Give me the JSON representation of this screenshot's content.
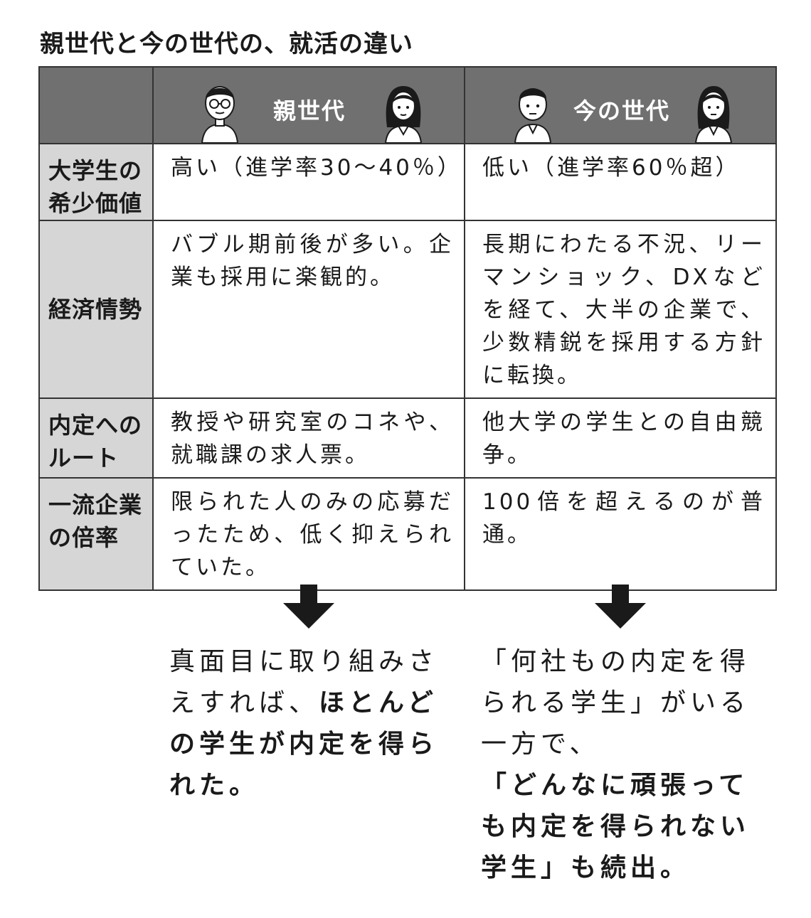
{
  "title": "親世代と今の世代の、就活の違い",
  "header": {
    "col1": "親世代",
    "col2": "今の世代"
  },
  "rows": [
    {
      "label": "大学生の希少価値",
      "parent": "高い（進学率30〜40％）",
      "current": "低い（進学率60％超）"
    },
    {
      "label": "経済情勢",
      "parent": "バブル期前後が多い。企業も採用に楽観的。",
      "current": "長期にわたる不況、リーマンショック、DXなどを経て、大半の企業で、少数精鋭を採用する方針に転換。"
    },
    {
      "label": "内定へのルート",
      "parent": "教授や研究室のコネや、就職課の求人票。",
      "current": "他大学の学生との自由競争。"
    },
    {
      "label": "一流企業の倍率",
      "parent": "限られた人のみの応募だったため、低く抑えられていた。",
      "current": "100倍を超えるのが普通。"
    }
  ],
  "result": {
    "parent_plain": "真面目に取り組みさえすれば、",
    "parent_bold": "ほとんどの学生が内定を得られた。",
    "current_plain": "「何社もの内定を得られる学生」がいる一方で、",
    "current_bold": "「どんなに頑張っても内定を得られない学生」も続出。"
  },
  "icons": {
    "person_icon": "person-icon",
    "arrow_icon": "arrow-down-icon"
  },
  "colors": {
    "header_bg": "#707070",
    "label_bg": "#d6d6d6",
    "border": "#333333"
  }
}
